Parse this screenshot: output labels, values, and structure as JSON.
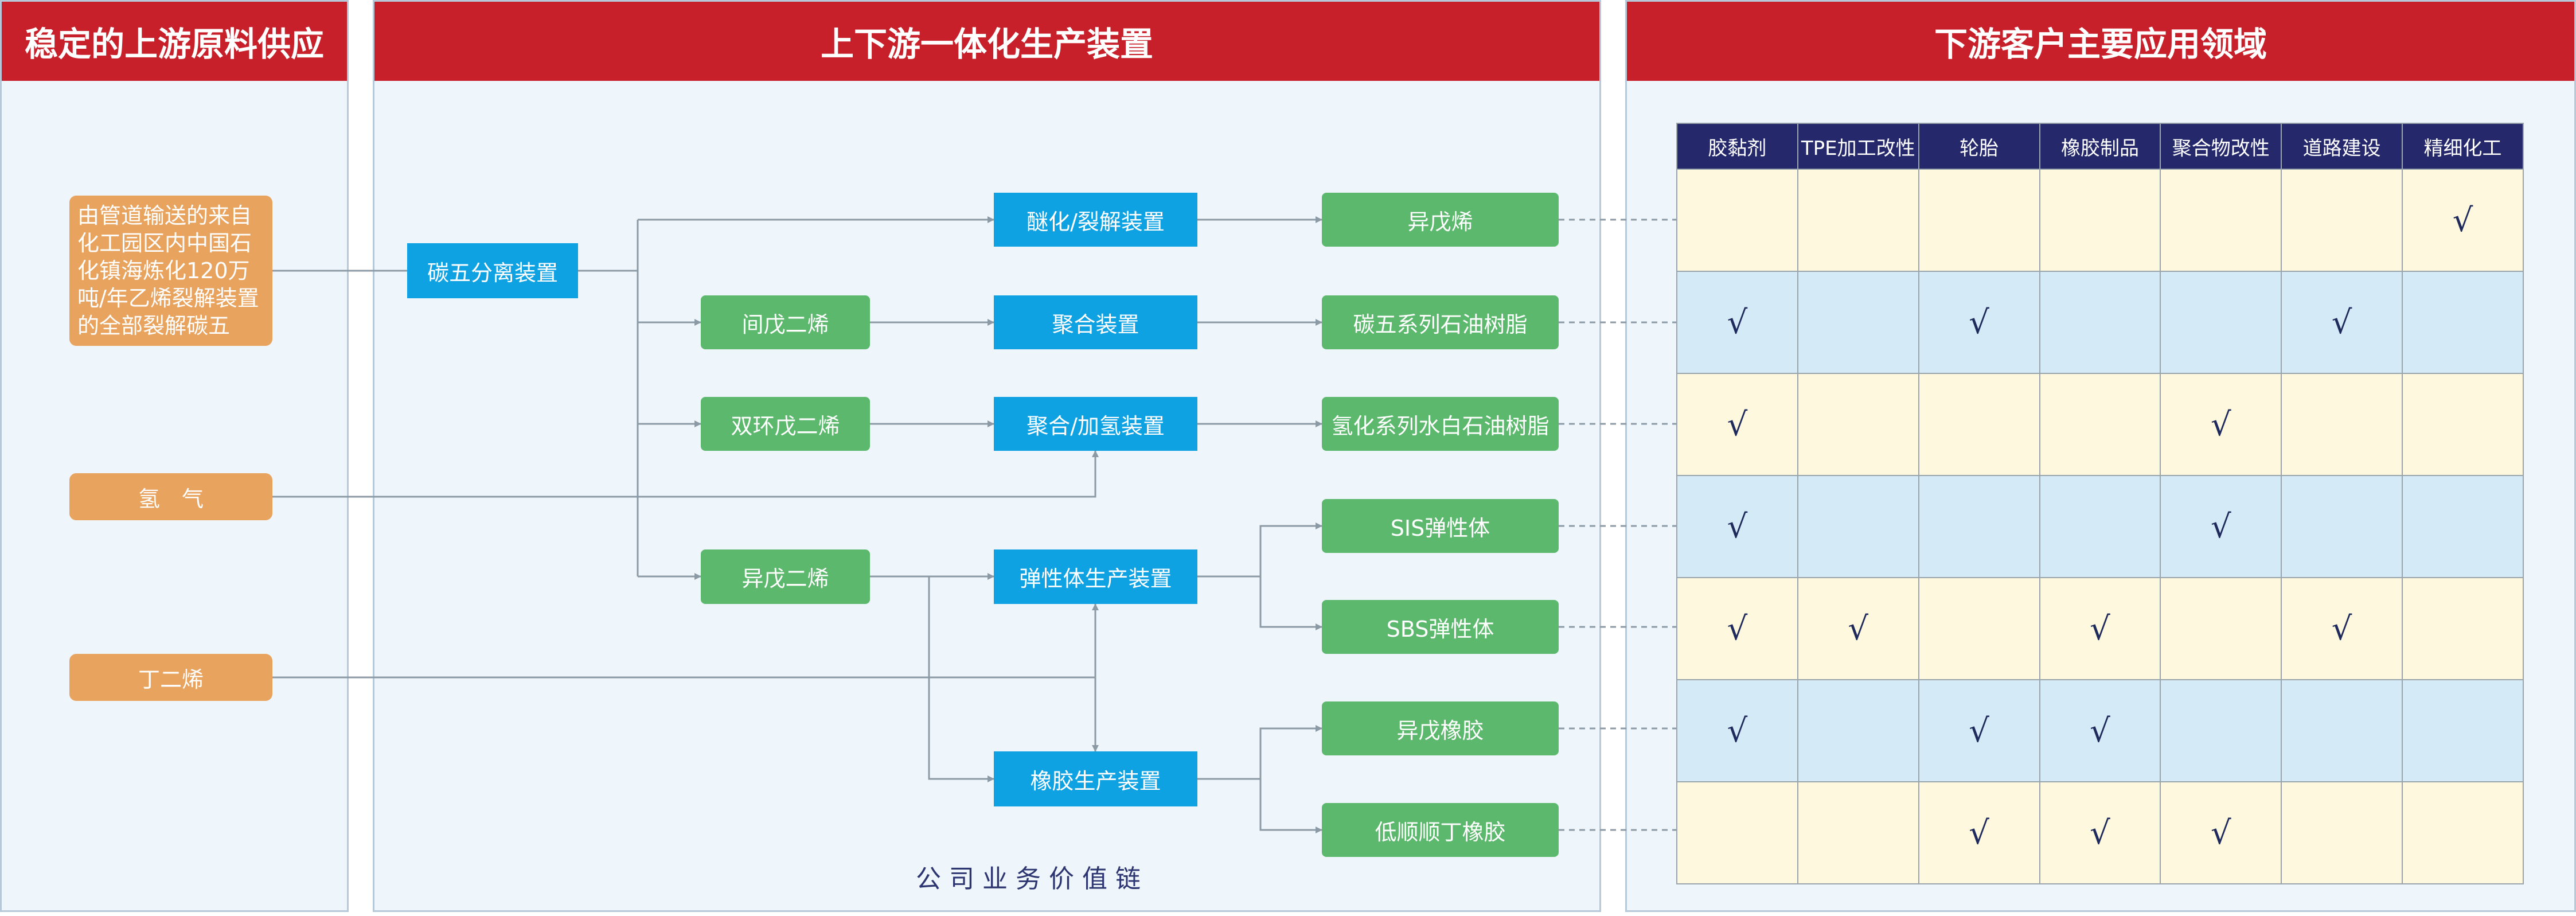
{
  "headers": {
    "left": "稳定的上游原料供应",
    "middle": "上下游一体化生产装置",
    "right": "下游客户主要应用领域"
  },
  "sources": {
    "refinery": "由管道输送的来自化工园区内中国石化镇海炼化120万吨/年乙烯裂解装置的全部裂解碳五",
    "hydrogen": "氢　气",
    "butadiene": "丁二烯"
  },
  "units": {
    "c5_separation": "碳五分离装置",
    "etherification": "醚化/裂解装置",
    "polymerization": "聚合装置",
    "polymer_hydrogenation": "聚合/加氢装置",
    "elastomer": "弹性体生产装置",
    "rubber": "橡胶生产装置"
  },
  "intermediates": {
    "piperylene": "间戊二烯",
    "dcpd": "双环戊二烯",
    "isoprene": "异戊二烯"
  },
  "products": [
    "异戊烯",
    "碳五系列石油树脂",
    "氢化系列水白石油树脂",
    "SIS弹性体",
    "SBS弹性体",
    "异戊橡胶",
    "低顺顺丁橡胶"
  ],
  "footer": "公司业务价值链",
  "applications": {
    "columns": [
      "胶黏剂",
      "TPE加工改性",
      "轮胎",
      "橡胶制品",
      "聚合物改性",
      "道路建设",
      "精细化工"
    ],
    "mark": "√",
    "rows": [
      [
        false,
        false,
        false,
        false,
        false,
        false,
        true
      ],
      [
        true,
        false,
        true,
        false,
        false,
        true,
        false
      ],
      [
        true,
        false,
        false,
        false,
        true,
        false,
        false
      ],
      [
        true,
        false,
        false,
        false,
        true,
        false,
        false
      ],
      [
        true,
        true,
        false,
        true,
        false,
        true,
        false
      ],
      [
        true,
        false,
        true,
        true,
        false,
        false,
        false
      ],
      [
        false,
        false,
        true,
        true,
        true,
        false,
        false
      ]
    ]
  },
  "colors": {
    "header_red": "#c8202a",
    "unit_blue": "#0ea2e3",
    "product_green": "#5bb86c",
    "source_orange": "#e8a35e",
    "table_header_navy": "#25296b",
    "row_yellow": "#fdf8de",
    "row_blue": "#d4eaf7"
  }
}
